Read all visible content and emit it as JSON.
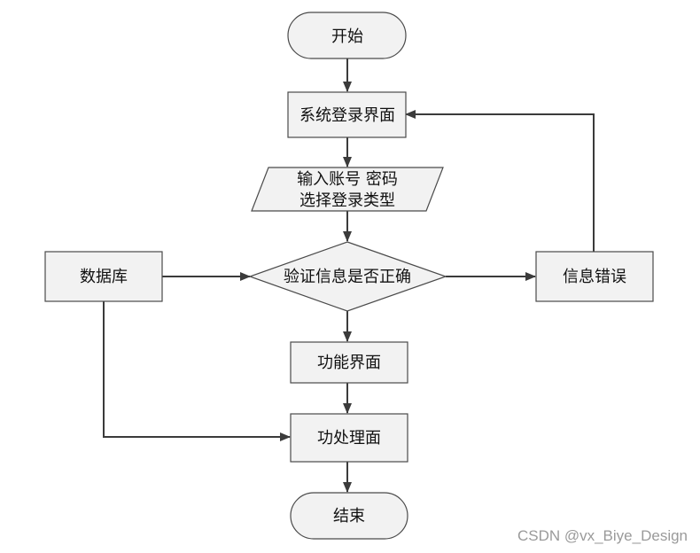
{
  "nodes": {
    "start": "开始",
    "login": "系统登录界面",
    "input_line1": "输入账号 密码",
    "input_line2": "选择登录类型",
    "verify": "验证信息是否正确",
    "database": "数据库",
    "error": "信息错误",
    "function_ui": "功能界面",
    "process": "功处理面",
    "end": "结束"
  },
  "watermark": "CSDN @vx_Biye_Design"
}
